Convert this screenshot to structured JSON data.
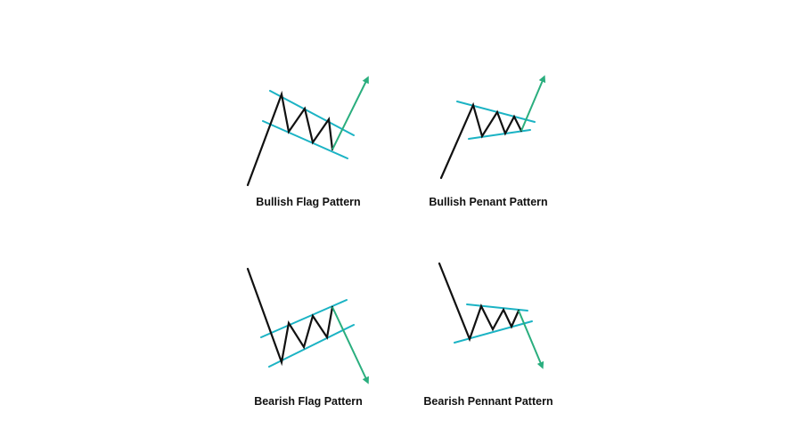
{
  "colors": {
    "background": "#ffffff",
    "price_line": "#111111",
    "trend_line": "#1bb3c4",
    "arrow": "#2aae7e",
    "text": "#111111"
  },
  "panels": [
    {
      "id": "bullish-flag",
      "title": "Bullish Flag Pattern",
      "breakout": "up"
    },
    {
      "id": "bullish-pennant",
      "title": "Bullish Penant Pattern",
      "breakout": "up"
    },
    {
      "id": "bearish-flag",
      "title": "Bearish Flag Pattern",
      "breakout": "down"
    },
    {
      "id": "bearish-pennant",
      "title": "Bearish Pennant Pattern",
      "breakout": "down"
    }
  ]
}
